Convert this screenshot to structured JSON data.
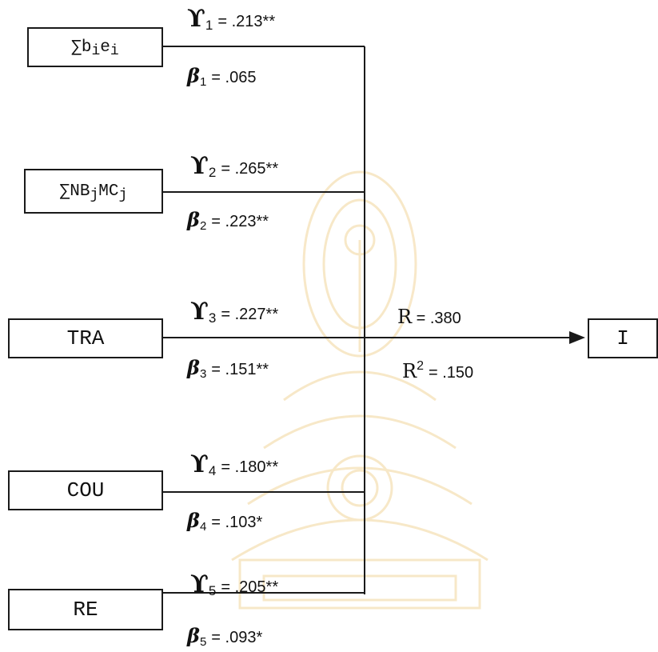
{
  "diagram": {
    "nodes": {
      "n1": {
        "prefix": "∑b",
        "sub_i": "i",
        "mid": "e",
        "sub_i2": "i"
      },
      "n2": {
        "prefix": "∑NB",
        "sub_j": "j",
        "mid": " MC",
        "sub_j2": "j"
      },
      "n3": {
        "label": "TRA"
      },
      "n4": {
        "label": "COU"
      },
      "n5": {
        "label": "RE"
      },
      "outcome": {
        "label": "I"
      }
    },
    "paths": [
      {
        "gamma_symbol": "ϒ",
        "gamma_sub": "1",
        "gamma_text": "= .213**",
        "beta_symbol": "β",
        "beta_sub": "1",
        "beta_text": "= .065"
      },
      {
        "gamma_symbol": "ϒ",
        "gamma_sub": "2",
        "gamma_text": "= .265**",
        "beta_symbol": "β",
        "beta_sub": "2",
        "beta_text": "= .223**"
      },
      {
        "gamma_symbol": "ϒ",
        "gamma_sub": "3",
        "gamma_text": "= .227**",
        "beta_symbol": "β",
        "beta_sub": "3",
        "beta_text": "= .151**"
      },
      {
        "gamma_symbol": "ϒ",
        "gamma_sub": "4",
        "gamma_text": "= .180**",
        "beta_symbol": "β",
        "beta_sub": "4",
        "beta_text": "= .103*"
      },
      {
        "gamma_symbol": "ϒ",
        "gamma_sub": "5",
        "gamma_text": "= .205**",
        "beta_symbol": "β",
        "beta_sub": "5",
        "beta_text": "= .093*"
      }
    ],
    "model_fit": {
      "r_label": "R",
      "r_text": "= .380",
      "r2_label": "R",
      "r2_sup": "2",
      "r2_text": "= .150"
    }
  },
  "colors": {
    "line": "#1a1a1a",
    "watermark": "#f3d9a0"
  }
}
